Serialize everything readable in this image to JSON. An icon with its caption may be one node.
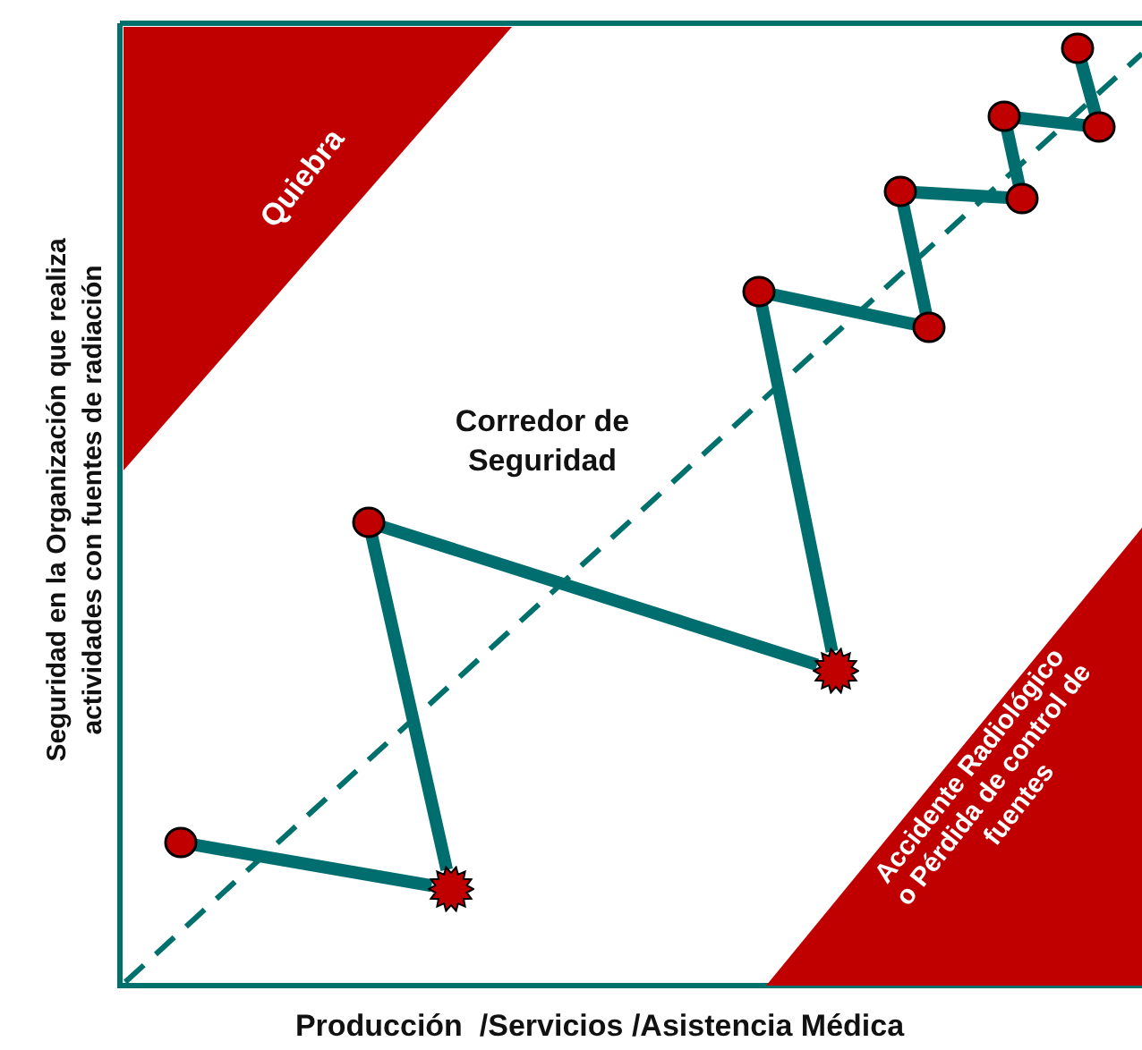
{
  "diagram": {
    "nodes": [
      {
        "text": [
          "Quiebra"
        ]
      },
      {
        "text": [
          "Accidente Radiológico o Pérdida de control de fuentes"
        ]
      },
      {
        "text": [],
        "shape": "circle"
      },
      {
        "text": [],
        "shape": "star"
      },
      {
        "text": [],
        "shape": "circle"
      },
      {
        "text": [],
        "shape": "star"
      },
      {
        "text": [],
        "shape": "circle"
      },
      {
        "text": [],
        "shape": "circle"
      },
      {
        "text": [],
        "shape": "circle"
      },
      {
        "text": [],
        "shape": "circle"
      },
      {
        "text": [],
        "shape": "circle"
      },
      {
        "text": [],
        "shape": "circle"
      },
      {
        "text": [],
        "shape": "circle"
      }
    ],
    "edges": [
      {
        "from": 2,
        "to": 3,
        "arrow": "none"
      },
      {
        "from": 3,
        "to": 4,
        "arrow": "none"
      },
      {
        "from": 4,
        "to": 5,
        "arrow": "none"
      },
      {
        "from": 5,
        "to": 6,
        "arrow": "none"
      },
      {
        "from": 6,
        "to": 7,
        "arrow": "none"
      },
      {
        "from": 7,
        "to": 8,
        "arrow": "none"
      },
      {
        "from": 8,
        "to": 9,
        "arrow": "none"
      },
      {
        "from": 9,
        "to": 10,
        "arrow": "none"
      },
      {
        "from": 10,
        "to": 11,
        "arrow": "none"
      },
      {
        "from": 11,
        "to": 12,
        "arrow": "none"
      }
    ],
    "labels": [
      "Corredor de Seguridad",
      "Seguridad en la Organización que realiza actividades con fuentes de radiación",
      "Producción  /Servicios /Asistencia Médica"
    ]
  }
}
